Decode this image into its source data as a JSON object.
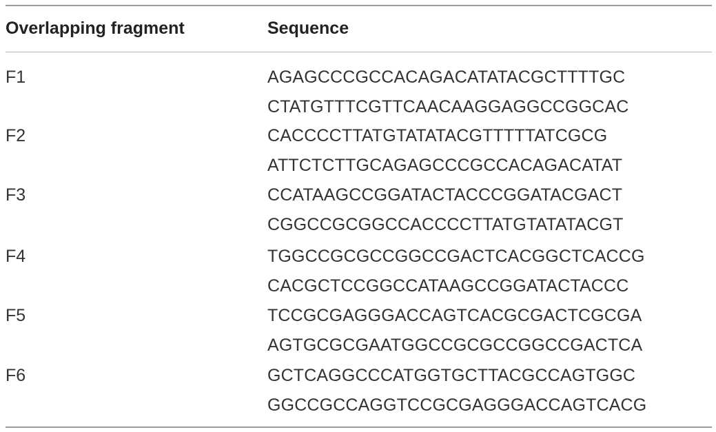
{
  "table": {
    "headers": {
      "fragment": "Overlapping fragment",
      "sequence": "Sequence"
    },
    "rows": [
      {
        "fragment": "F1",
        "sequence": [
          "AGAGCCCGCCACAGACATATACGCTTTTGC",
          "CTATGTTTCGTTCAACAAGGAGGCCGGCAC"
        ]
      },
      {
        "fragment": "F2",
        "sequence": [
          "CACCCCTTATGTATATACGTTTTTATCGCG",
          "ATTCTCTTGCAGAGCCCGCCACAGACATAT"
        ]
      },
      {
        "fragment": "F3",
        "sequence": [
          "CCATAAGCCGGATACTACCCGGATACGACT",
          "CGGCCGCGGCCACCCCTTATGTATATACGT"
        ]
      },
      {
        "fragment": "F4",
        "sequence": [
          "TGGCCGCGCCGGCCGACTCACGGCTCACCG",
          "CACGCTCCGGCCATAAGCCGGATACTACCC"
        ]
      },
      {
        "fragment": "F5",
        "sequence": [
          "TCCGCGAGGGACCAGTCACGCGACTCGCGA",
          "AGTGCGCGAATGGCCGCGCCGGCCGACTCA"
        ]
      },
      {
        "fragment": "F6",
        "sequence": [
          "GCTCAGGCCCATGGTGCTTACGCCAGTGGC",
          "GGCCGCCAGGTCCGCGAGGGACCAGTCACG"
        ]
      }
    ]
  }
}
